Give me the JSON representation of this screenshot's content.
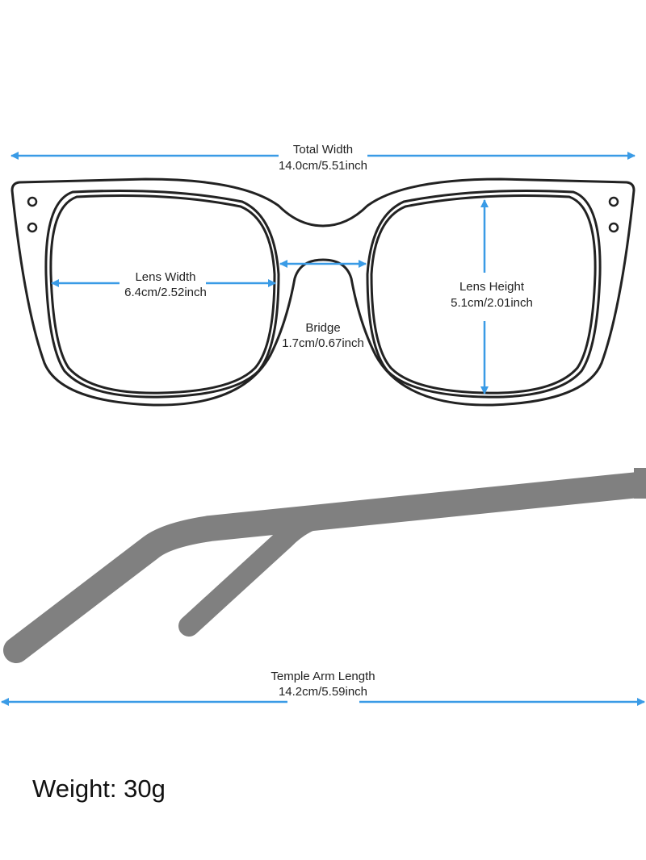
{
  "colors": {
    "arrow": "#3a9be6",
    "outline": "#222222",
    "temple": "#808080"
  },
  "measurements": {
    "total_width": {
      "label": "Total Width",
      "value": "14.0cm/5.51inch"
    },
    "lens_width": {
      "label": "Lens Width",
      "value": "6.4cm/2.52inch"
    },
    "bridge": {
      "label": "Bridge",
      "value": "1.7cm/0.67inch"
    },
    "lens_height": {
      "label": "Lens Height",
      "value": "5.1cm/2.01inch"
    },
    "temple_arm_length": {
      "label": "Temple Arm Length",
      "value": "14.2cm/5.59inch"
    }
  },
  "weight": "Weight: 30g"
}
